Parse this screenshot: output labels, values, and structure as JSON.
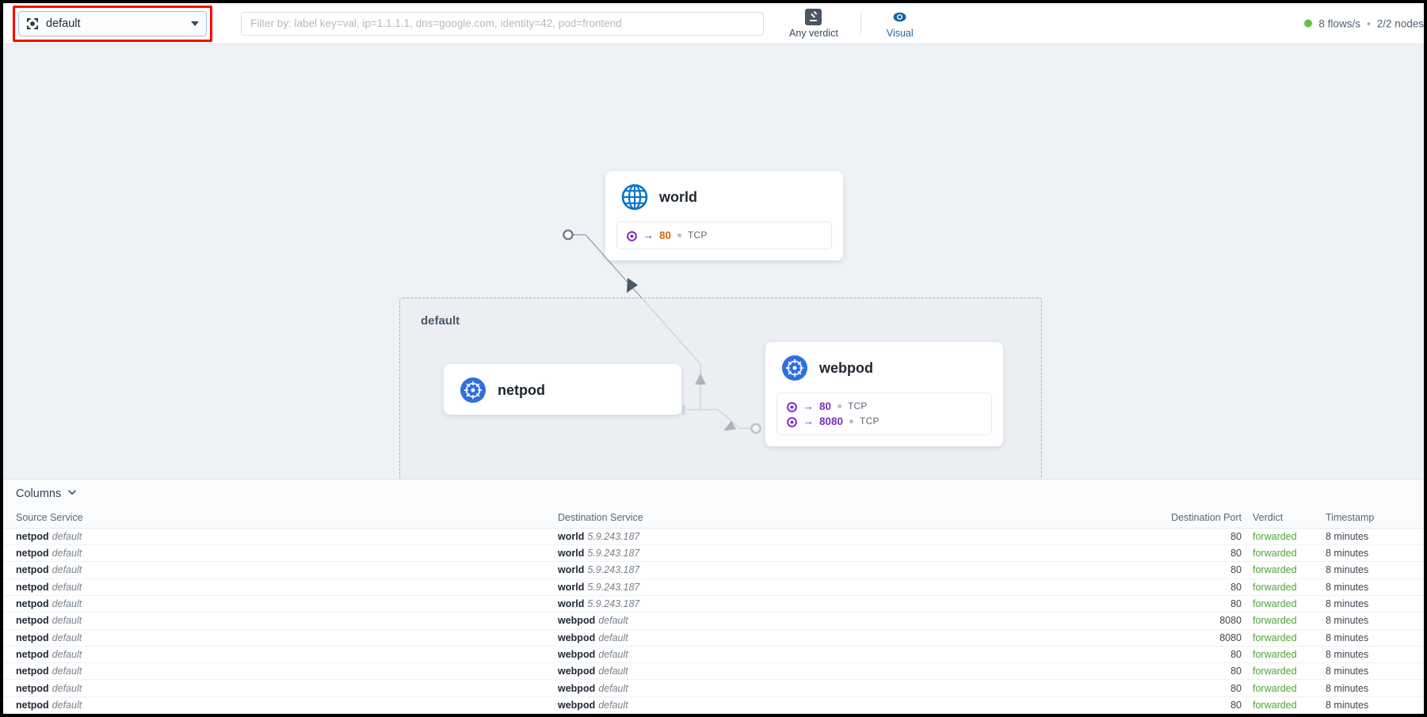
{
  "topbar": {
    "namespace": {
      "icon": "namespace-focus-icon",
      "value": "default",
      "caret": "chevron-down-icon"
    },
    "filter": {
      "placeholder": "Filter by: label key=val, ip=1.1.1.1, dns=google.com, identity=42, pod=frontend",
      "value": ""
    },
    "verdict_button": {
      "label": "Any verdict",
      "icon": "gavel-icon"
    },
    "visual_button": {
      "label": "Visual",
      "icon": "eye-icon"
    },
    "status": {
      "indicator": "status-dot-green",
      "flows": "8 flows/s",
      "separator": "•",
      "nodes": "2/2 nodes"
    }
  },
  "graph": {
    "namespace_box_label": "default",
    "nodes": [
      {
        "id": "world",
        "title": "world",
        "icon": "globe-icon",
        "ports": [
          {
            "icon": "target-icon",
            "arrow": "→",
            "port": "80",
            "port_color": "#d96a12",
            "bullet": "•",
            "protocol": "TCP"
          }
        ]
      },
      {
        "id": "netpod",
        "title": "netpod",
        "icon": "kubernetes-icon",
        "ports": []
      },
      {
        "id": "webpod",
        "title": "webpod",
        "icon": "kubernetes-icon",
        "ports": [
          {
            "icon": "target-icon",
            "arrow": "→",
            "port": "80",
            "port_color": "#7b2fbe",
            "bullet": "•",
            "protocol": "TCP"
          },
          {
            "icon": "target-icon",
            "arrow": "→",
            "port": "8080",
            "port_color": "#7b2fbe",
            "bullet": "•",
            "protocol": "TCP"
          }
        ]
      }
    ]
  },
  "flows": {
    "columns_label": "Columns",
    "columns_caret": "chevron-down-icon",
    "headers": {
      "source": "Source Service",
      "destination": "Destination Service",
      "port": "Destination Port",
      "verdict": "Verdict",
      "timestamp": "Timestamp"
    },
    "rows": [
      {
        "src_name": "netpod",
        "src_meta": "default",
        "dst_name": "world",
        "dst_meta": "5.9.243.187",
        "port": "80",
        "verdict": "forwarded",
        "timestamp": "8 minutes"
      },
      {
        "src_name": "netpod",
        "src_meta": "default",
        "dst_name": "world",
        "dst_meta": "5.9.243.187",
        "port": "80",
        "verdict": "forwarded",
        "timestamp": "8 minutes"
      },
      {
        "src_name": "netpod",
        "src_meta": "default",
        "dst_name": "world",
        "dst_meta": "5.9.243.187",
        "port": "80",
        "verdict": "forwarded",
        "timestamp": "8 minutes"
      },
      {
        "src_name": "netpod",
        "src_meta": "default",
        "dst_name": "world",
        "dst_meta": "5.9.243.187",
        "port": "80",
        "verdict": "forwarded",
        "timestamp": "8 minutes"
      },
      {
        "src_name": "netpod",
        "src_meta": "default",
        "dst_name": "world",
        "dst_meta": "5.9.243.187",
        "port": "80",
        "verdict": "forwarded",
        "timestamp": "8 minutes"
      },
      {
        "src_name": "netpod",
        "src_meta": "default",
        "dst_name": "webpod",
        "dst_meta": "default",
        "port": "8080",
        "verdict": "forwarded",
        "timestamp": "8 minutes"
      },
      {
        "src_name": "netpod",
        "src_meta": "default",
        "dst_name": "webpod",
        "dst_meta": "default",
        "port": "8080",
        "verdict": "forwarded",
        "timestamp": "8 minutes"
      },
      {
        "src_name": "netpod",
        "src_meta": "default",
        "dst_name": "webpod",
        "dst_meta": "default",
        "port": "80",
        "verdict": "forwarded",
        "timestamp": "8 minutes"
      },
      {
        "src_name": "netpod",
        "src_meta": "default",
        "dst_name": "webpod",
        "dst_meta": "default",
        "port": "80",
        "verdict": "forwarded",
        "timestamp": "8 minutes"
      },
      {
        "src_name": "netpod",
        "src_meta": "default",
        "dst_name": "webpod",
        "dst_meta": "default",
        "port": "80",
        "verdict": "forwarded",
        "timestamp": "8 minutes"
      },
      {
        "src_name": "netpod",
        "src_meta": "default",
        "dst_name": "webpod",
        "dst_meta": "default",
        "port": "80",
        "verdict": "forwarded",
        "timestamp": "8 minutes"
      }
    ]
  }
}
